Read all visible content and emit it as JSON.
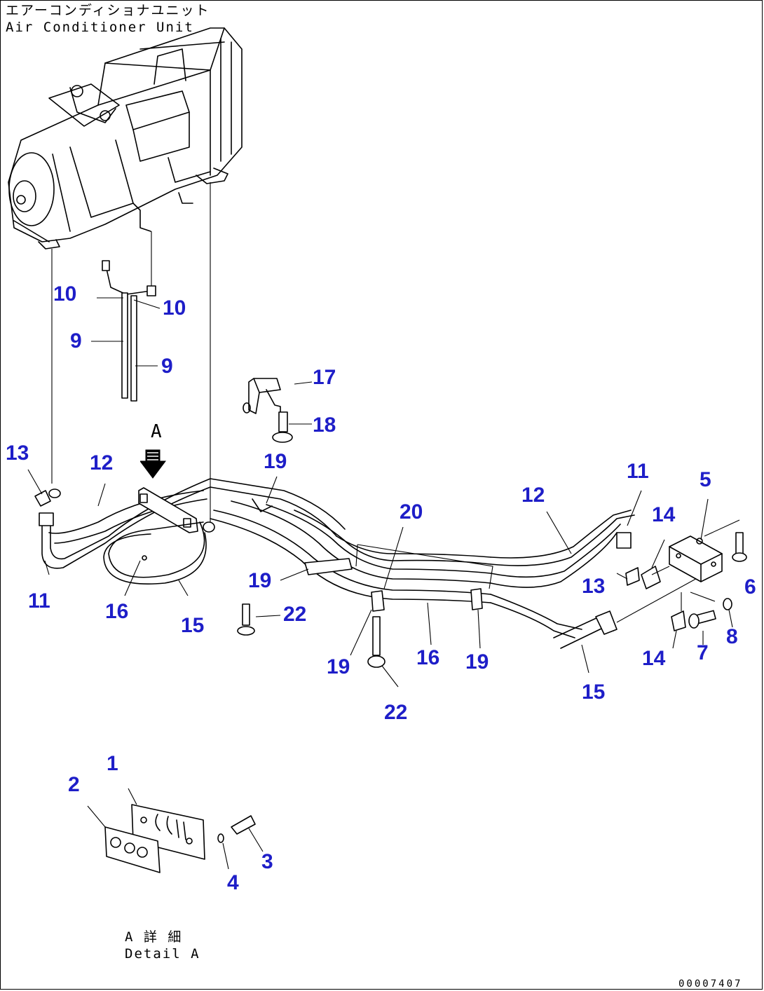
{
  "title": {
    "japanese": "エアーコンディショナユニット",
    "english": "Air Conditioner Unit"
  },
  "detail": {
    "japanese": "A 詳 細",
    "english": "Detail A",
    "arrow_letter": "A"
  },
  "drawing_code": "00007407",
  "callouts": {
    "c10a": "10",
    "c10b": "10",
    "c9a": "9",
    "c9b": "9",
    "c17": "17",
    "c18": "18",
    "c13a": "13",
    "c12a": "12",
    "c19a": "19",
    "c11a": "11",
    "c16a": "16",
    "c15a": "15",
    "c19b": "19",
    "c22a": "22",
    "c20": "20",
    "c19c": "19",
    "c16b": "16",
    "c19d": "19",
    "c22b": "22",
    "c12b": "12",
    "c11b": "11",
    "c5": "5",
    "c14a": "14",
    "c13b": "13",
    "c6": "6",
    "c15b": "15",
    "c14b": "14",
    "c7": "7",
    "c8": "8",
    "c1": "1",
    "c2": "2",
    "c3": "3",
    "c4": "4"
  },
  "colors": {
    "callout": "#1e1ec8",
    "line": "#000000",
    "background": "#ffffff"
  }
}
